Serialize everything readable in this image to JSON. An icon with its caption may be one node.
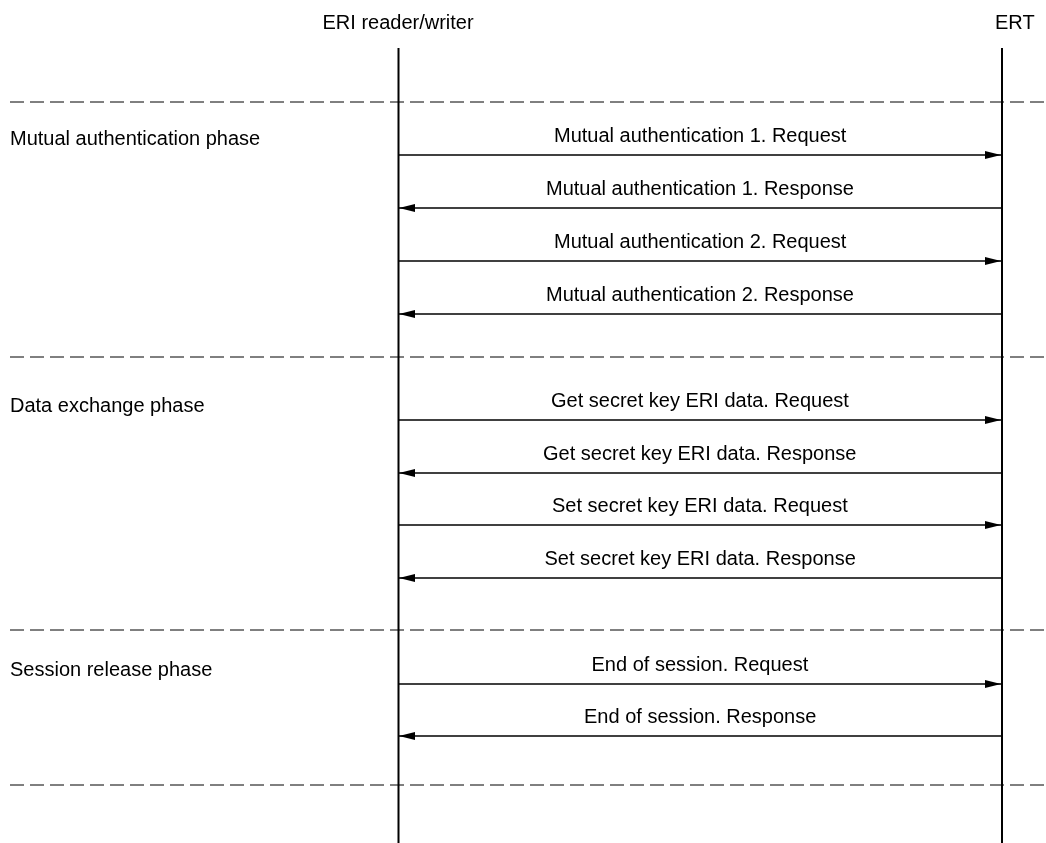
{
  "diagram": {
    "nodes": [
      {
        "text": [
          "ERI reader/writer"
        ]
      },
      {
        "text": [
          "ERT"
        ]
      }
    ],
    "edges": [
      {
        "from": 0,
        "to": 1,
        "arrow": "to",
        "label": "Mutual authentication 1. Request"
      },
      {
        "from": 1,
        "to": 0,
        "arrow": "to",
        "label": "Mutual authentication 1. Response"
      },
      {
        "from": 0,
        "to": 1,
        "arrow": "to",
        "label": "Mutual authentication 2. Request"
      },
      {
        "from": 1,
        "to": 0,
        "arrow": "to",
        "label": "Mutual authentication 2. Response"
      },
      {
        "from": 0,
        "to": 1,
        "arrow": "to",
        "label": "Get secret key ERI data. Request"
      },
      {
        "from": 1,
        "to": 0,
        "arrow": "to",
        "label": "Get secret key ERI data. Response"
      },
      {
        "from": 0,
        "to": 1,
        "arrow": "to",
        "label": "Set secret key ERI data. Request"
      },
      {
        "from": 1,
        "to": 0,
        "arrow": "to",
        "label": "Set secret key ERI data. Response"
      },
      {
        "from": 0,
        "to": 1,
        "arrow": "to",
        "label": "End of session. Request"
      },
      {
        "from": 1,
        "to": 0,
        "arrow": "to",
        "label": "End of session. Response"
      }
    ],
    "labels": [
      "Mutual authentication phase",
      "Data exchange phase",
      "Session release phase"
    ]
  }
}
